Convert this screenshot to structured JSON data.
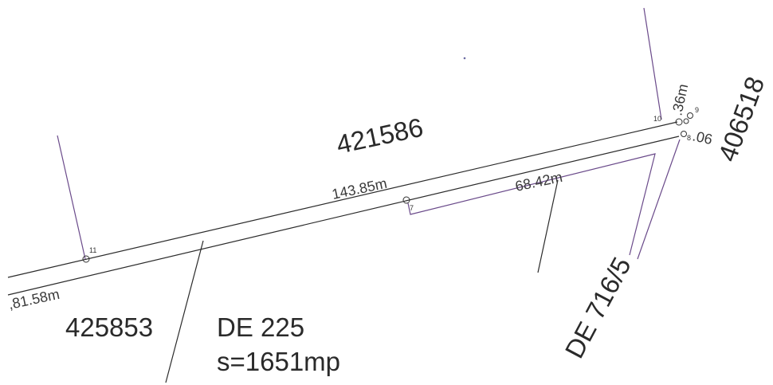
{
  "parcels": {
    "north": "421586",
    "southwest": "425853",
    "east": "406518"
  },
  "roads": {
    "de225_label": "DE 225",
    "de225_area": "s=1651mp",
    "de7165_label": "DE 716/5"
  },
  "distances": {
    "main": "143.85m",
    "inner": "68.42m",
    "left": ",81.58m",
    "top_right": ".36m",
    "right_small": ".06"
  },
  "points": {
    "p7": "7",
    "p8": "8",
    "p9": "9",
    "p10": "10",
    "p11": "11"
  }
}
